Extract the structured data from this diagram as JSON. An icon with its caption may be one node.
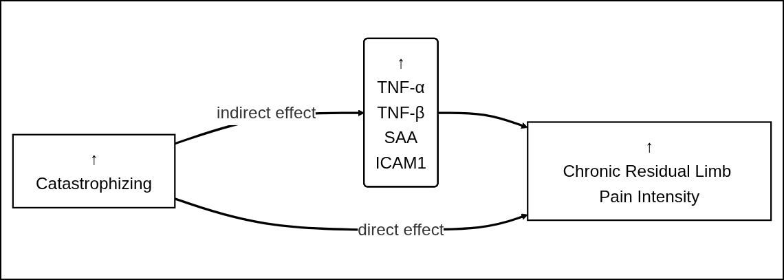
{
  "diagram": {
    "nodes": [
      {
        "text": [
          "↑",
          "TNF-α",
          "TNF-β",
          "SAA",
          "ICAM1"
        ]
      },
      {
        "text": [
          "↑",
          "Catastrophizing"
        ]
      },
      {
        "text": [
          "↑",
          "Chronic Residual Limb Pain Intensity"
        ]
      }
    ],
    "edges": [
      {
        "from": 1,
        "to": 0,
        "label": "indirect effect",
        "arrow": "to"
      },
      {
        "from": 0,
        "to": 2,
        "arrow": "to"
      },
      {
        "from": 1,
        "to": 2,
        "label": "direct effect",
        "arrow": "to"
      }
    ]
  }
}
